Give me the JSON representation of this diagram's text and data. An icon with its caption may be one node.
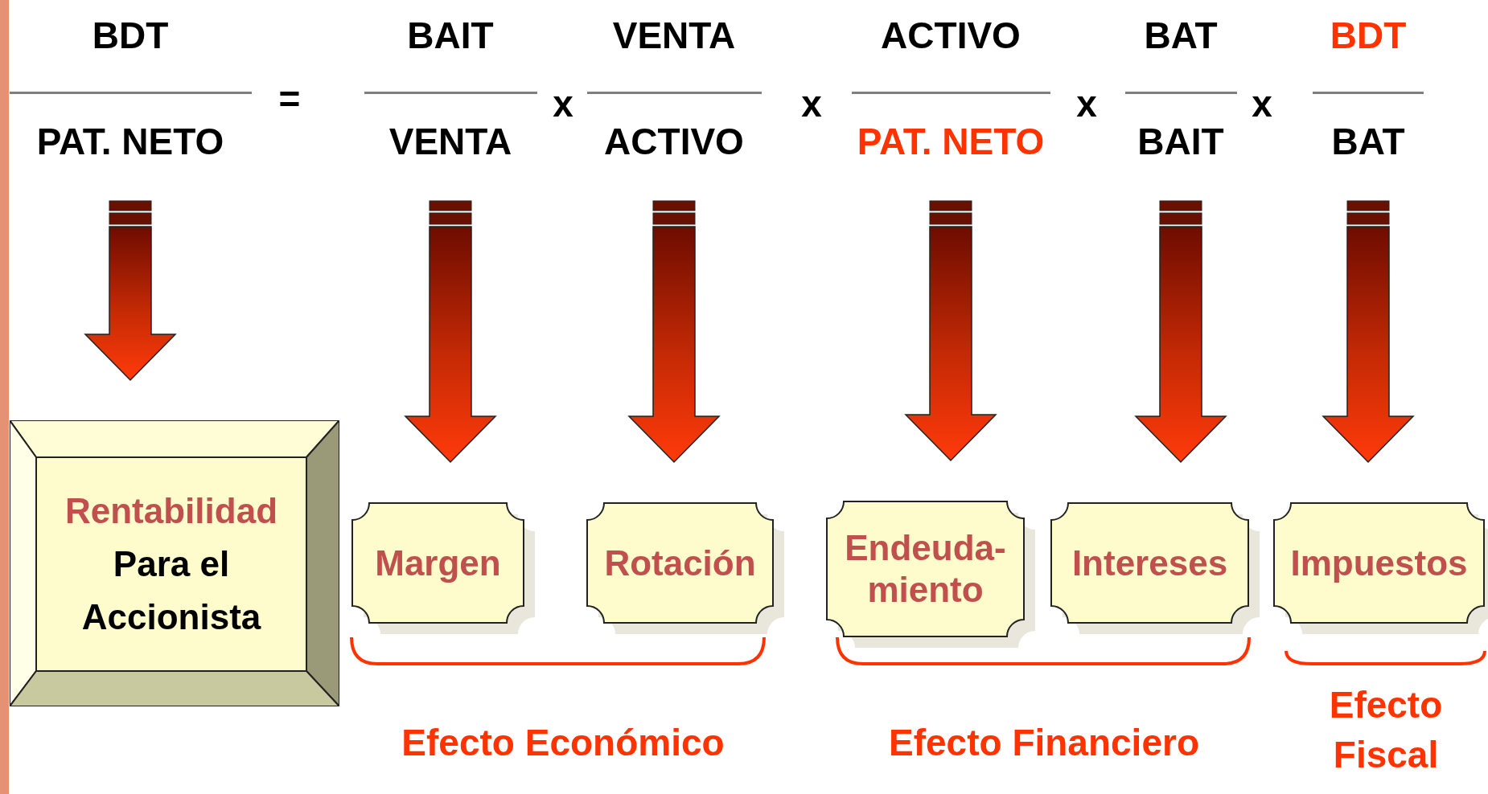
{
  "diagram": {
    "nodes": [
      {
        "text": [
          "BDT",
          "PAT. NETO"
        ]
      },
      {
        "text": [
          "BAIT",
          "VENTA"
        ]
      },
      {
        "text": [
          "VENTA",
          "ACTIVO"
        ]
      },
      {
        "text": [
          "ACTIVO",
          "PAT. NETO"
        ]
      },
      {
        "text": [
          "BAT",
          "BAIT"
        ]
      },
      {
        "text": [
          "BDT",
          "BAT"
        ]
      },
      {
        "text": [
          "Rentabilidad",
          "Para el Accionista"
        ]
      },
      {
        "text": [
          "Margen"
        ]
      },
      {
        "text": [
          "Rotación"
        ]
      },
      {
        "text": [
          "Endeuda- miento"
        ]
      },
      {
        "text": [
          "Intereses"
        ]
      },
      {
        "text": [
          "Impuestos"
        ]
      }
    ],
    "edges": [
      {
        "from": 0,
        "to": 6,
        "arrow": "to",
        "style": "thick"
      },
      {
        "from": 1,
        "to": 7,
        "arrow": "to",
        "style": "thick"
      },
      {
        "from": 2,
        "to": 8,
        "arrow": "to",
        "style": "thick"
      },
      {
        "from": 3,
        "to": 9,
        "arrow": "to",
        "style": "thick"
      },
      {
        "from": 4,
        "to": 10,
        "arrow": "to",
        "style": "thick"
      },
      {
        "from": 5,
        "to": 11,
        "arrow": "to",
        "style": "thick"
      }
    ],
    "labels": [
      "=",
      "x",
      "x",
      "x",
      "x",
      "Efecto Económico",
      "Efecto Financiero",
      "Efecto Fiscal"
    ]
  }
}
